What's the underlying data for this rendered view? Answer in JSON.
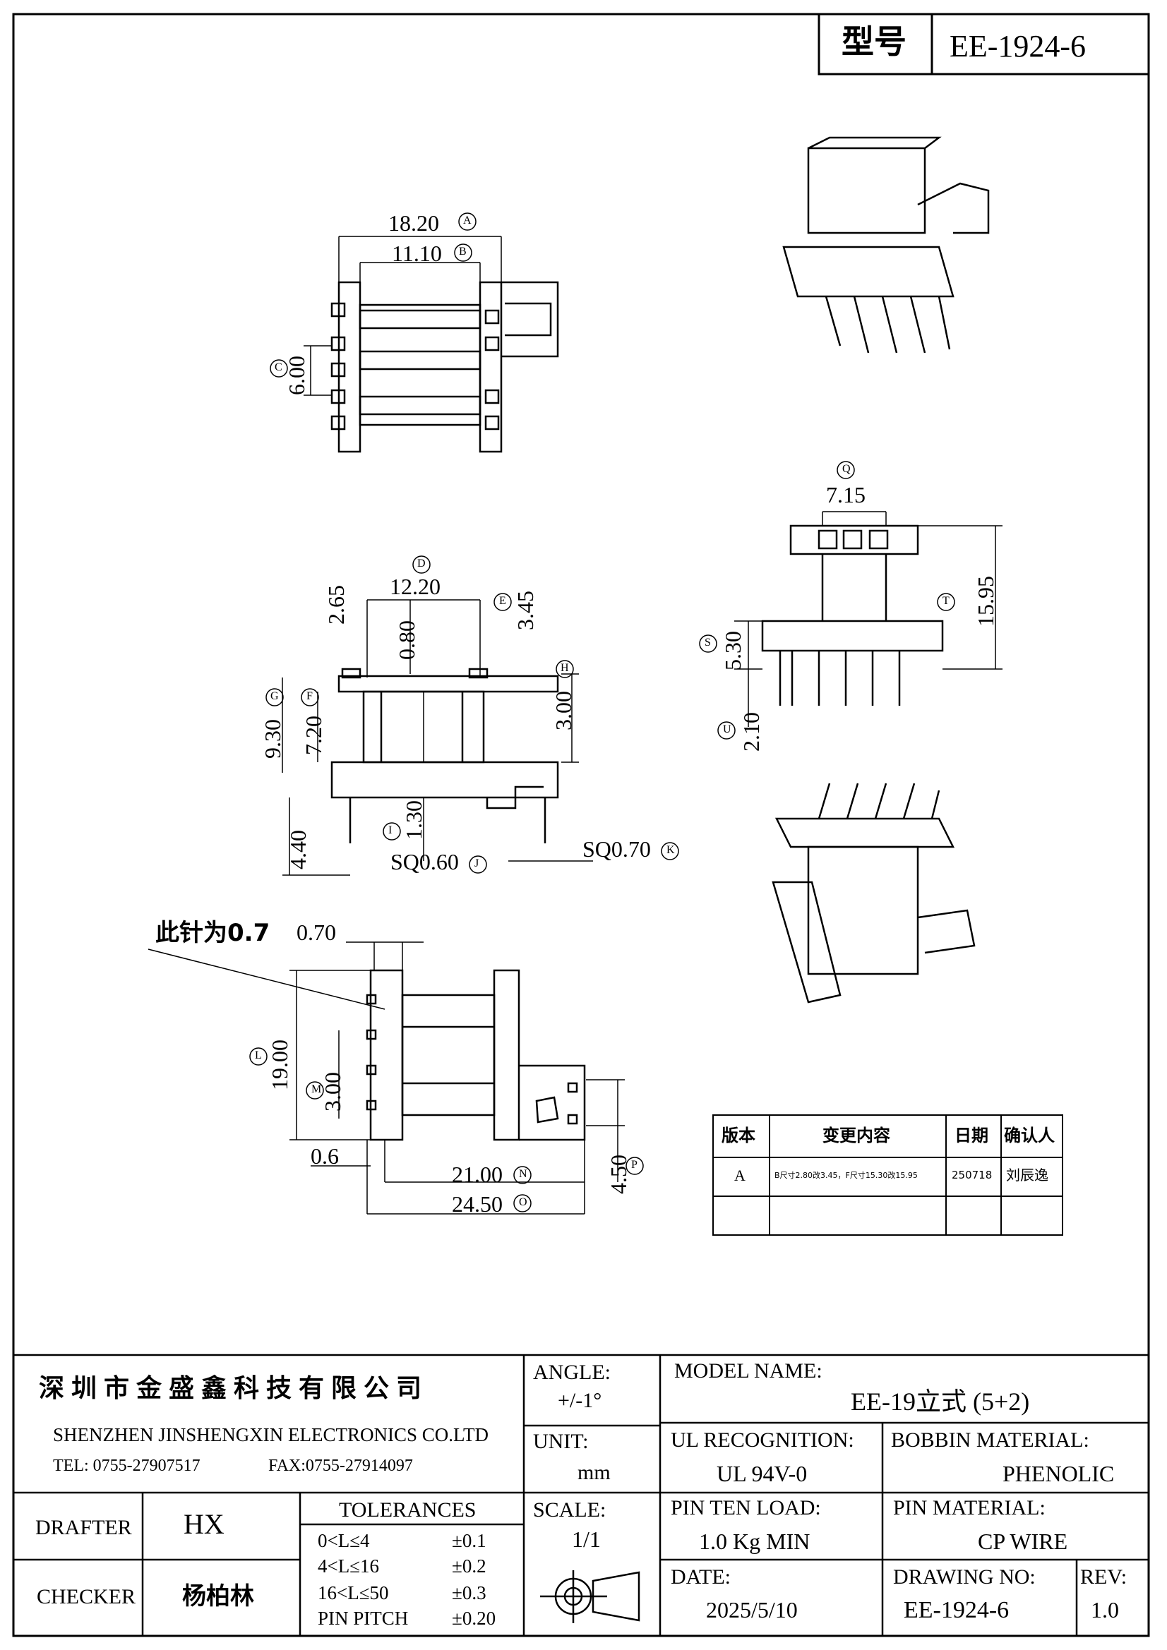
{
  "model_box": {
    "label": "型号",
    "value": "EE-1924-6"
  },
  "top_view": {
    "dim_A": "18.20",
    "circ_A": "A",
    "dim_B": "11.10",
    "circ_B": "B",
    "dim_C": "6.00",
    "circ_C": "C"
  },
  "front_view": {
    "dim_265": "2.65",
    "dim_D": "12.20",
    "circ_D": "D",
    "dim_080": "0.80",
    "dim_E": "3.45",
    "circ_E": "E",
    "dim_H": "3.00",
    "circ_H": "H",
    "dim_G": "9.30",
    "circ_G": "G",
    "dim_F": "7.20",
    "circ_F": "F",
    "dim_440": "4.40",
    "dim_I": "1.30",
    "circ_I": "I",
    "dim_J": "SQ0.60",
    "circ_J": "J",
    "dim_K": "SQ0.70",
    "circ_K": "K"
  },
  "side_view": {
    "dim_Q": "7.15",
    "circ_Q": "Q",
    "dim_T": "15.95",
    "circ_T": "T",
    "dim_S": "5.30",
    "circ_S": "S",
    "dim_U": "2.10",
    "circ_U": "U"
  },
  "bottom_view": {
    "note": "此针为0.7",
    "dim_070": "0.70",
    "dim_L": "19.00",
    "circ_L": "L",
    "dim_M": "3.00",
    "circ_M": "M",
    "dim_06": "0.6",
    "dim_N": "21.00",
    "circ_N": "N",
    "dim_O": "24.50",
    "circ_O": "O",
    "dim_P": "4.50",
    "circ_P": "P"
  },
  "revision_table": {
    "headers": [
      "版本",
      "变更内容",
      "日期",
      "确认人"
    ],
    "rows": [
      [
        "A",
        "B尺寸2.80改3.45，F尺寸15.30改15.95",
        "250718",
        "刘辰逸"
      ],
      [
        "",
        "",
        "",
        ""
      ]
    ]
  },
  "title_block": {
    "company_cn": "深圳市金盛鑫科技有限公司",
    "company_en": "SHENZHEN JINSHENGXIN ELECTRONICS CO.LTD",
    "tel": "TEL: 0755-27907517",
    "fax": "FAX:0755-27914097",
    "angle_label": "ANGLE:",
    "angle_value": "+/-1°",
    "unit_label": "UNIT:",
    "unit_value": "mm",
    "scale_label": "SCALE:",
    "scale_value": "1/1",
    "model_name_label": "MODEL NAME:",
    "model_name_value": "EE-19立式 (5+2)",
    "ul_label": "UL RECOGNITION:",
    "ul_value": "UL 94V-0",
    "bobbin_label": "BOBBIN MATERIAL:",
    "bobbin_value": "PHENOLIC",
    "pin_load_label": "PIN TEN LOAD:",
    "pin_load_value": "1.0 Kg MIN",
    "pin_material_label": "PIN MATERIAL:",
    "pin_material_value": "CP WIRE",
    "date_label": "DATE:",
    "date_value": "2025/5/10",
    "drawing_no_label": "DRAWING NO:",
    "drawing_no_value": "EE-1924-6",
    "rev_label": "REV:",
    "rev_value": "1.0",
    "drafter_label": "DRAFTER",
    "drafter_value": "HX",
    "checker_label": "CHECKER",
    "checker_value": "杨柏林",
    "tolerances_label": "TOLERANCES",
    "tolerances": [
      {
        "range": "0<L≤4",
        "value": "±0.1"
      },
      {
        "range": "4<L≤16",
        "value": "±0.2"
      },
      {
        "range": "16<L≤50",
        "value": "±0.3"
      },
      {
        "range": "PIN PITCH",
        "value": "±0.20"
      }
    ]
  }
}
